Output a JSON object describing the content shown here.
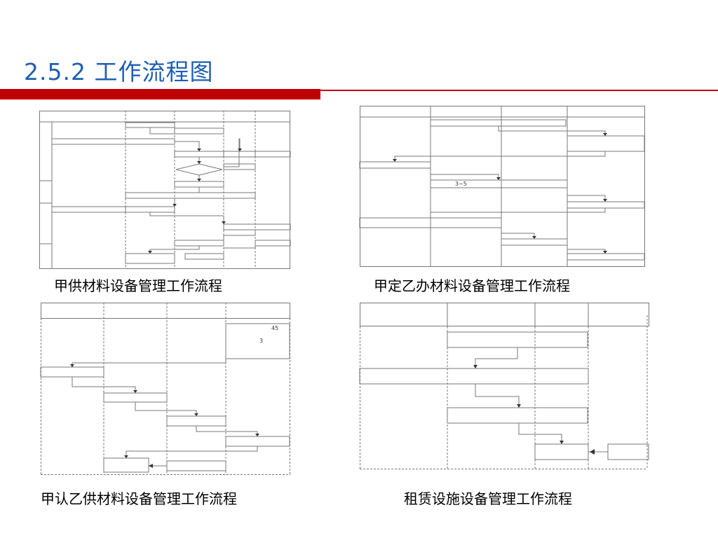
{
  "page": {
    "title": "2.5.2  工作流程图"
  },
  "colors": {
    "title": "#1f5fb4",
    "accent": "#c00000",
    "stroke": "#777777"
  },
  "diagrams": [
    {
      "caption": "甲供材料设备管理工作流程",
      "notes": []
    },
    {
      "caption": "甲定乙办材料设备管理工作流程",
      "notes": [
        "3~5"
      ]
    },
    {
      "caption": "甲认乙供材料设备管理工作流程",
      "notes": [
        "45",
        "3"
      ]
    },
    {
      "caption": "租赁设施设备管理工作流程",
      "notes": []
    }
  ]
}
